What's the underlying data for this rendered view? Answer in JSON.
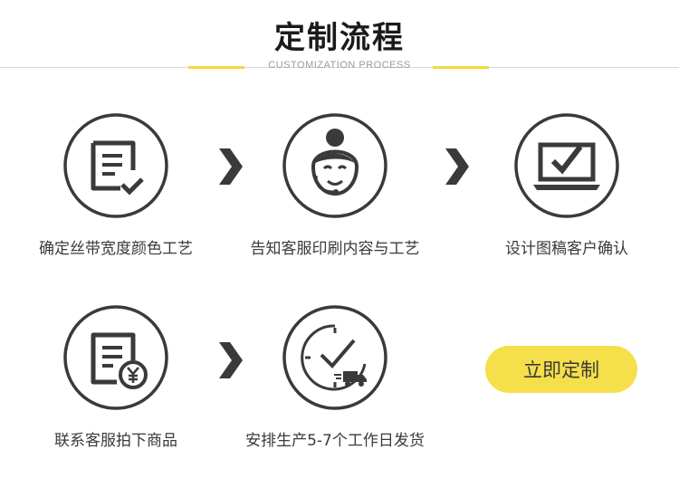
{
  "header": {
    "title": "定制流程",
    "subtitle": "CUSTOMIZATION PROCESS"
  },
  "colors": {
    "accent": "#f5d83a",
    "icon": "#3a3a3a",
    "button": "#f5df4a"
  },
  "steps": [
    {
      "label": "确定丝带宽度颜色工艺",
      "icon": "document-check-icon"
    },
    {
      "label": "告知客服印刷内容与工艺",
      "icon": "customer-service-icon"
    },
    {
      "label": "设计图稿客户确认",
      "icon": "laptop-check-icon"
    },
    {
      "label": "联系客服拍下商品",
      "icon": "invoice-yen-icon"
    },
    {
      "label": "安排生产5-7个工作日发货",
      "icon": "clock-delivery-icon"
    }
  ],
  "cta": {
    "label": "立即定制"
  }
}
